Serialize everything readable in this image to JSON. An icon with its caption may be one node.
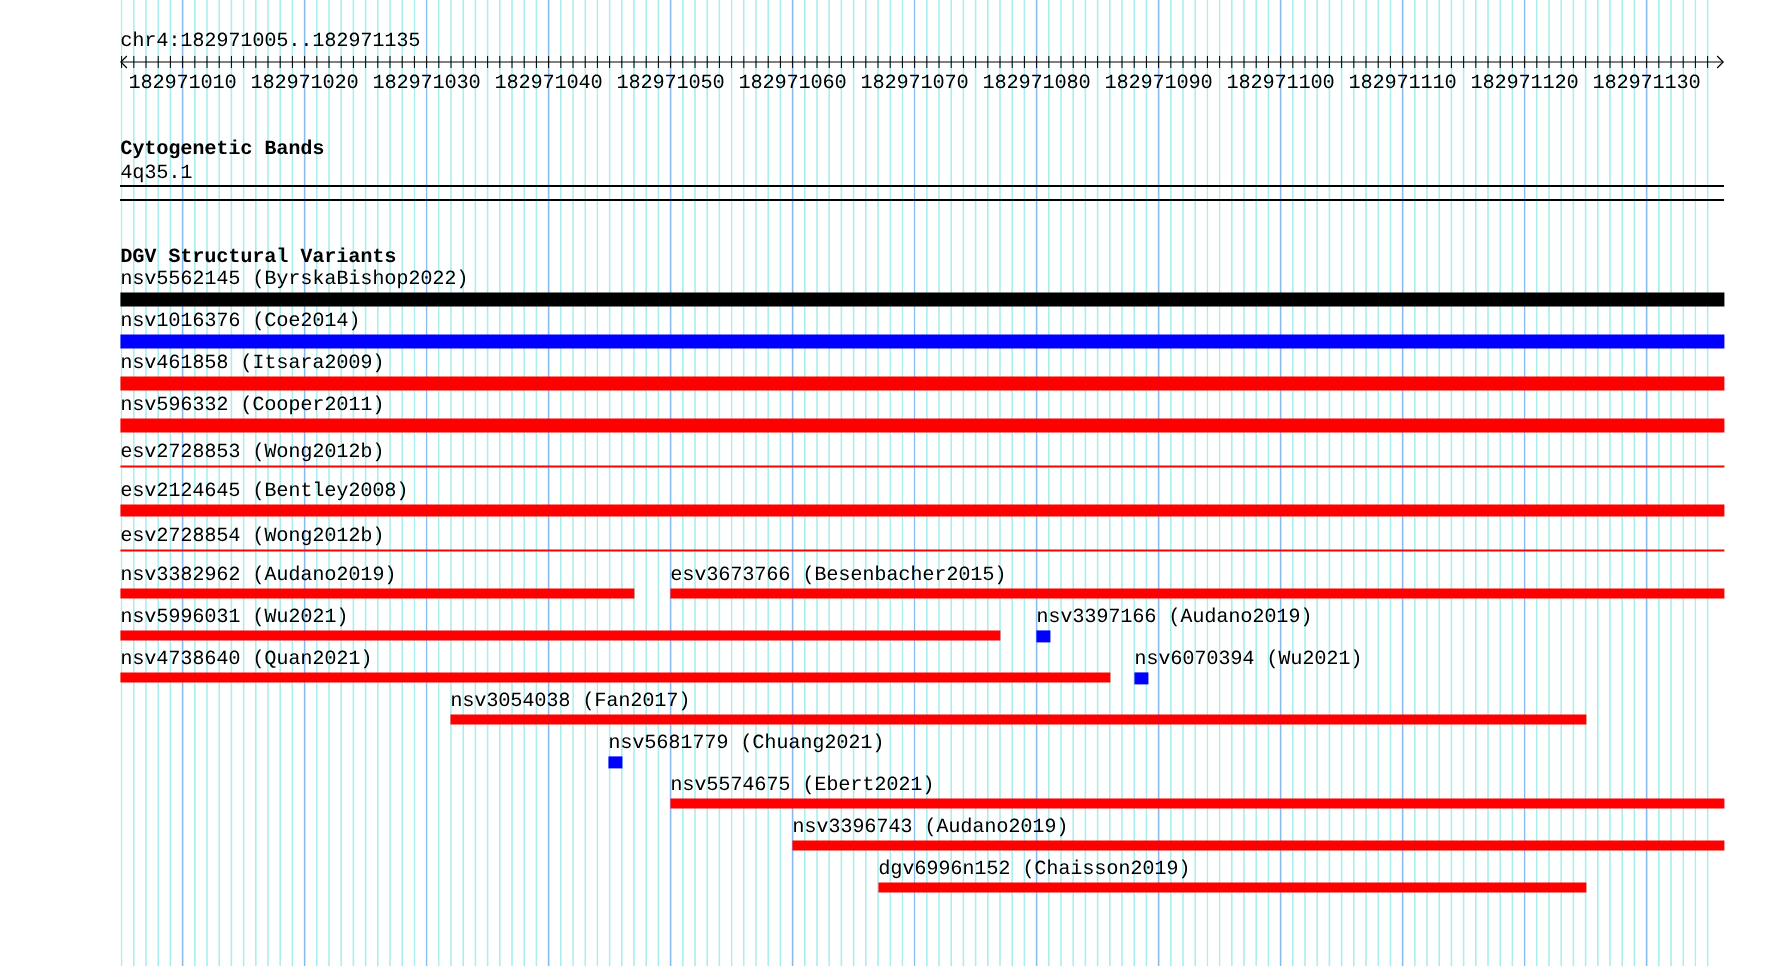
{
  "diagram": {
    "title": "chr4:182971005..182971135",
    "nodes": [
      {
        "text": [
          "nsv5562145 (ByrskaBishop2022)"
        ]
      },
      {
        "text": [
          "nsv1016376 (Coe2014)"
        ]
      },
      {
        "text": [
          "nsv461858 (Itsara2009)"
        ]
      },
      {
        "text": [
          "nsv596332 (Cooper2011)"
        ]
      },
      {
        "text": [
          "esv2728853 (Wong2012b)"
        ]
      },
      {
        "text": [
          "esv2124645 (Bentley2008)"
        ]
      },
      {
        "text": [
          "esv2728854 (Wong2012b)"
        ]
      },
      {
        "text": [
          "nsv3382962 (Audano2019)"
        ]
      },
      {
        "text": [
          "esv3673766 (Besenbacher2015)"
        ]
      },
      {
        "text": [
          "nsv5996031 (Wu2021)"
        ]
      },
      {
        "text": [
          "nsv3397166 (Audano2019)"
        ]
      },
      {
        "text": [
          "nsv4738640 (Quan2021)"
        ]
      },
      {
        "text": [
          "nsv6070394 (Wu2021)"
        ]
      },
      {
        "text": [
          "nsv3054038 (Fan2017)"
        ]
      },
      {
        "text": [
          "nsv5681779 (Chuang2021)"
        ]
      },
      {
        "text": [
          "nsv5574675 (Ebert2021)"
        ]
      },
      {
        "text": [
          "nsv3396743 (Audano2019)"
        ]
      },
      {
        "text": [
          "dgv6996n152 (Chaisson2019)"
        ]
      }
    ],
    "labels": [
      "182971010",
      "182971020",
      "182971030",
      "182971040",
      "182971050",
      "182971060",
      "182971070",
      "182971080",
      "182971090",
      "182971100",
      "182971110",
      "182971120",
      "182971130",
      "Cytogenetic Bands",
      "4q35.1",
      "DGV Structural Variants"
    ]
  }
}
